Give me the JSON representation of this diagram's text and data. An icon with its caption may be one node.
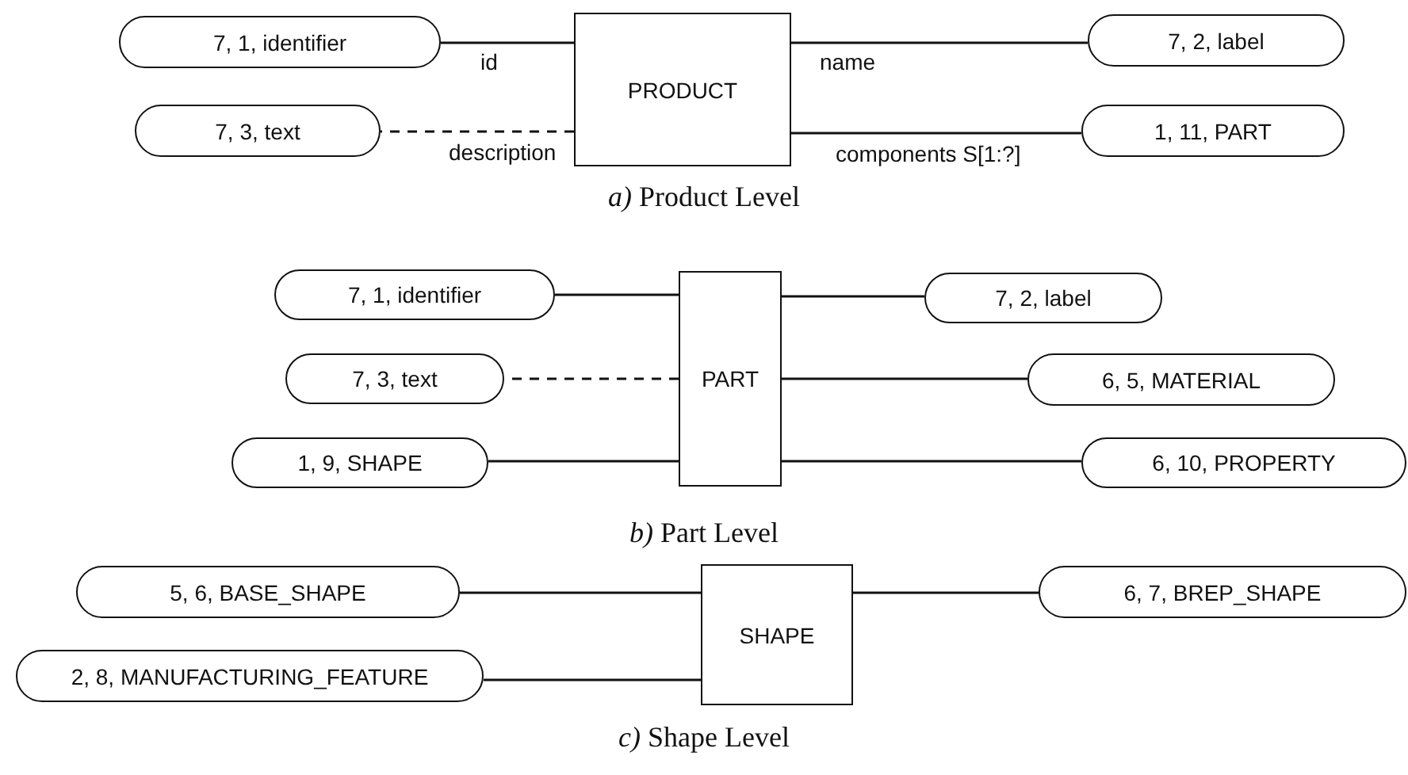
{
  "diagram": {
    "nodes": [
      {
        "text": [
          "7, 1, identifier"
        ]
      },
      {
        "text": [
          "PRODUCT"
        ]
      },
      {
        "text": [
          "7, 2, label"
        ]
      },
      {
        "text": [
          "7, 3, text"
        ]
      },
      {
        "text": [
          "1, 11, PART"
        ]
      },
      {
        "text": [
          "7, 1, identifier"
        ]
      },
      {
        "text": [
          "PART"
        ]
      },
      {
        "text": [
          "7, 2, label"
        ]
      },
      {
        "text": [
          "7, 3, text"
        ]
      },
      {
        "text": [
          "6, 5, MATERIAL"
        ]
      },
      {
        "text": [
          "1, 9, SHAPE"
        ]
      },
      {
        "text": [
          "6, 10, PROPERTY"
        ]
      },
      {
        "text": [
          "5, 6, BASE_SHAPE"
        ]
      },
      {
        "text": [
          "SHAPE"
        ]
      },
      {
        "text": [
          "6, 7, BREP_SHAPE"
        ]
      },
      {
        "text": [
          "2, 8, MANUFACTURING_FEATURE"
        ]
      }
    ],
    "edges": [
      {
        "from": 1,
        "to": 0,
        "arrow": "none",
        "label": "id"
      },
      {
        "from": 1,
        "to": 2,
        "arrow": "none",
        "label": "name"
      },
      {
        "from": 1,
        "to": 3,
        "arrow": "none",
        "label": "description",
        "style": "dashed"
      },
      {
        "from": 1,
        "to": 4,
        "arrow": "none",
        "label": "components S[1:?]"
      },
      {
        "from": 6,
        "to": 5,
        "arrow": "none"
      },
      {
        "from": 6,
        "to": 7,
        "arrow": "none"
      },
      {
        "from": 6,
        "to": 8,
        "arrow": "none",
        "style": "dashed"
      },
      {
        "from": 6,
        "to": 9,
        "arrow": "none"
      },
      {
        "from": 6,
        "to": 10,
        "arrow": "none"
      },
      {
        "from": 6,
        "to": 11,
        "arrow": "none"
      },
      {
        "from": 13,
        "to": 12,
        "arrow": "none"
      },
      {
        "from": 13,
        "to": 14,
        "arrow": "none"
      },
      {
        "from": 13,
        "to": 15,
        "arrow": "none"
      }
    ],
    "labels": [
      "*a)* Product Level",
      "*b)* Part Level",
      "*c)* Shape Level"
    ]
  }
}
